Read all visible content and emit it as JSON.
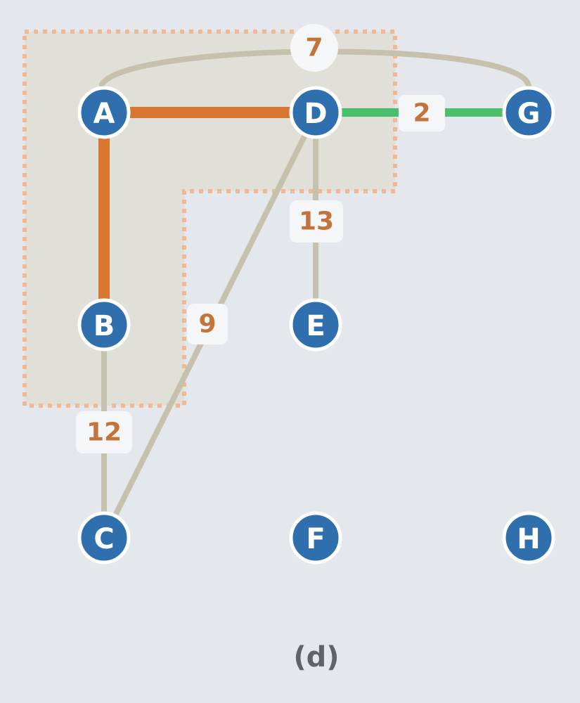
{
  "caption": "(d)",
  "colors": {
    "background": "#e4e7eb",
    "region_fill": "#e0e0d9",
    "region_border": "#f0b894",
    "edge_default": "#c6c1ad",
    "edge_tree": "#d9762f",
    "edge_candidate": "#4cbf6e",
    "node_fill": "#2f6fae",
    "weight_text": "#c4733a"
  },
  "nodes": [
    {
      "id": "A",
      "label": "A"
    },
    {
      "id": "B",
      "label": "B"
    },
    {
      "id": "C",
      "label": "C"
    },
    {
      "id": "D",
      "label": "D"
    },
    {
      "id": "E",
      "label": "E"
    },
    {
      "id": "F",
      "label": "F"
    },
    {
      "id": "G",
      "label": "G"
    },
    {
      "id": "H",
      "label": "H"
    }
  ],
  "edges": [
    {
      "from": "A",
      "to": "G",
      "weight": "7",
      "state": "default"
    },
    {
      "from": "A",
      "to": "D",
      "weight": "",
      "state": "tree"
    },
    {
      "from": "A",
      "to": "B",
      "weight": "",
      "state": "tree"
    },
    {
      "from": "D",
      "to": "G",
      "weight": "2",
      "state": "candidate"
    },
    {
      "from": "D",
      "to": "E",
      "weight": "13",
      "state": "default"
    },
    {
      "from": "D",
      "to": "C",
      "weight": "9",
      "state": "default"
    },
    {
      "from": "B",
      "to": "C",
      "weight": "12",
      "state": "default"
    }
  ],
  "highlighted_region": {
    "contains": [
      "A",
      "B",
      "D"
    ]
  }
}
